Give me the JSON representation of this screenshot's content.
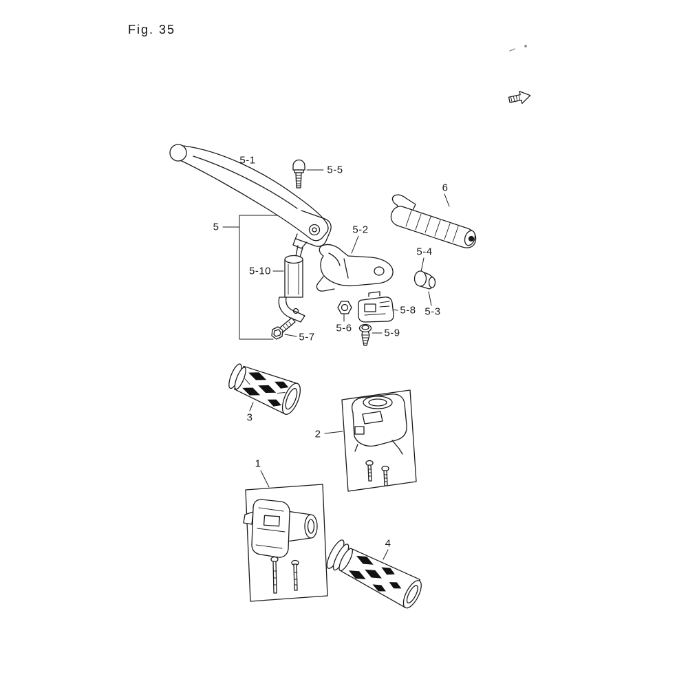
{
  "figure": {
    "title": "Fig. 35",
    "background_color": "#ffffff",
    "line_color": "#1a1a1a"
  },
  "callouts": [
    {
      "ref": "5-1"
    },
    {
      "ref": "5-5"
    },
    {
      "ref": "6"
    },
    {
      "ref": "5"
    },
    {
      "ref": "5-2"
    },
    {
      "ref": "5-10"
    },
    {
      "ref": "5-4"
    },
    {
      "ref": "5-3"
    },
    {
      "ref": "5-8"
    },
    {
      "ref": "5-6"
    },
    {
      "ref": "5-7"
    },
    {
      "ref": "5-9"
    },
    {
      "ref": "3"
    },
    {
      "ref": "2"
    },
    {
      "ref": "1"
    },
    {
      "ref": "4"
    }
  ]
}
